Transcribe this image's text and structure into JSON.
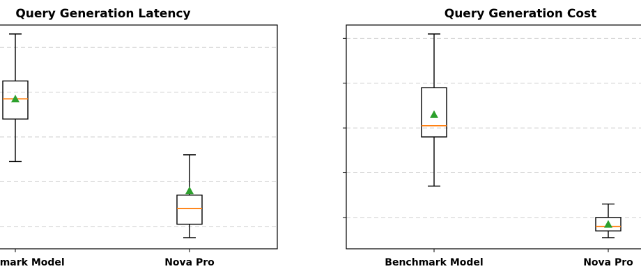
{
  "chart_data": [
    {
      "type": "box",
      "title": "Query Generation Latency",
      "categories": [
        "Benchmark Model",
        "Nova Pro"
      ],
      "ylim": [
        0,
        100
      ],
      "yticks": [
        10,
        30,
        50,
        70,
        90
      ],
      "grid": true,
      "y_tick_labels_visible": false,
      "boxes": [
        {
          "category": "Benchmark Model",
          "whislo": 39,
          "q1": 58,
          "median": 67,
          "q3": 75,
          "whishi": 96,
          "mean": 67
        },
        {
          "category": "Nova Pro",
          "whislo": 5,
          "q1": 11,
          "median": 18,
          "q3": 24,
          "whishi": 42,
          "mean": 26
        }
      ],
      "colors": {
        "median": "#ff7f0e",
        "mean": "#2ca02c"
      }
    },
    {
      "type": "box",
      "title": "Query Generation Cost",
      "categories": [
        "Benchmark Model",
        "Nova Pro"
      ],
      "ylim": [
        0,
        100
      ],
      "yticks": [
        14,
        34,
        54,
        74,
        94
      ],
      "grid": true,
      "y_tick_labels_visible": false,
      "boxes": [
        {
          "category": "Benchmark Model",
          "whislo": 28,
          "q1": 50,
          "median": 55,
          "q3": 72,
          "whishi": 96,
          "mean": 60
        },
        {
          "category": "Nova Pro",
          "whislo": 5,
          "q1": 8,
          "median": 10,
          "q3": 14,
          "whishi": 20,
          "mean": 11
        }
      ],
      "colors": {
        "median": "#ff7f0e",
        "mean": "#2ca02c"
      }
    }
  ]
}
